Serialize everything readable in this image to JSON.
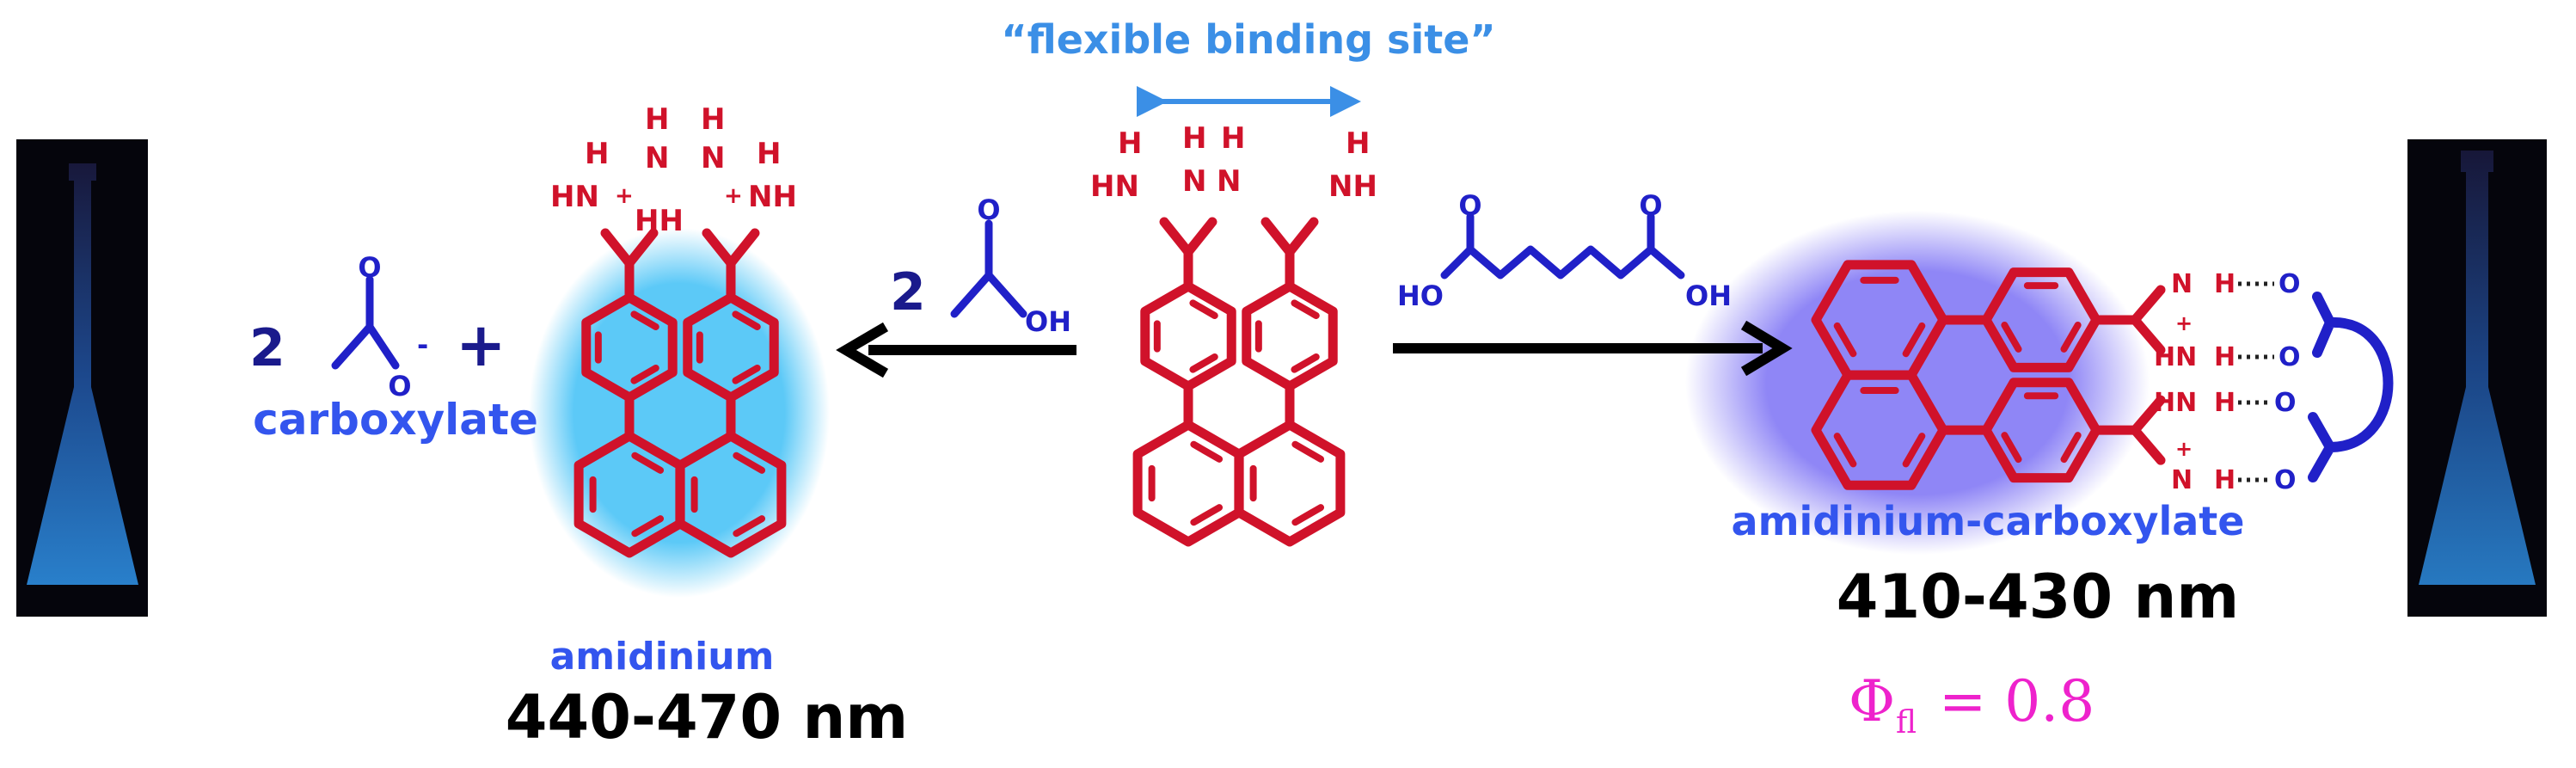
{
  "title": "flexible binding site",
  "left": {
    "coefficient": "2",
    "charge": "-",
    "plus": "+",
    "carboxylate_label": "carboxylate",
    "amidinium_label": "amidinium",
    "emission": "440-470 nm",
    "reagent_coefficient": "2",
    "reagent_oh": "OH"
  },
  "right": {
    "reagent_ho": "HO",
    "reagent_oh": "OH",
    "complex_label": "amidinium-carboxylate",
    "emission": "410-430 nm",
    "quantum_yield_symbol": "Φ",
    "quantum_yield_subscript": "fl",
    "quantum_yield_value": "= 0.8"
  },
  "atoms": {
    "H": "H",
    "N": "N",
    "HN": "HN",
    "NH": "NH",
    "O": "O",
    "plus": "+",
    "HH": "HH"
  },
  "colors": {
    "molecule": "#d0122a",
    "carboxylate": "#2020c8",
    "title": "#3b8fe6",
    "label_blue": "#3355ee",
    "quantum_yield": "#ee22cc",
    "glow_left": "#5cc9f7",
    "glow_right": "#8f86f6"
  }
}
